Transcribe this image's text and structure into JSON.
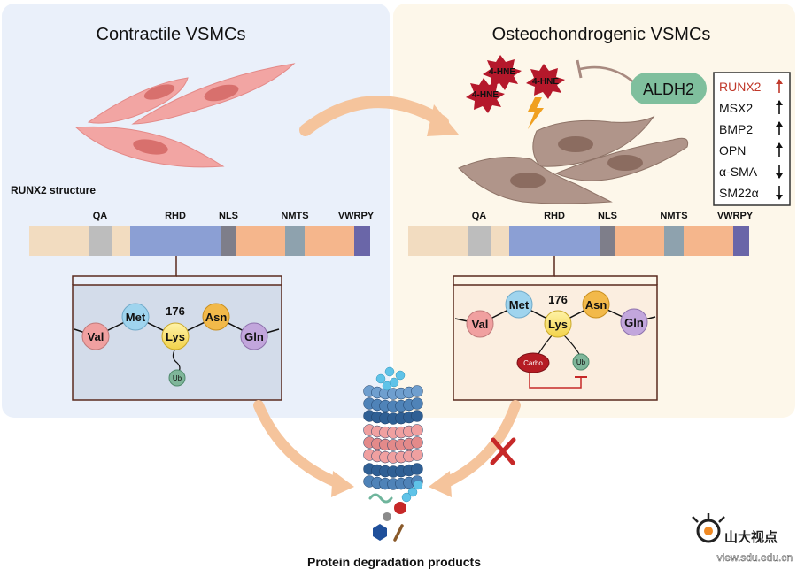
{
  "left_panel": {
    "title": "Contractile VSMCs",
    "structure_label": "RUNX2 structure"
  },
  "right_panel": {
    "title": "Osteochondrogenic VSMCs",
    "ros_labels": [
      "4-HNE",
      "4-HNE",
      "4-HNE"
    ],
    "enzyme": "ALDH2"
  },
  "domains": {
    "qa": "QA",
    "rhd": "RHD",
    "nls": "NLS",
    "nmts": "NMTS",
    "vwrpy": "VWRPY"
  },
  "residues": {
    "position": "176",
    "val": "Val",
    "met": "Met",
    "lys": "Lys",
    "asn": "Asn",
    "gln": "Gln",
    "ub": "Ub",
    "carbo": "Carbo"
  },
  "markers": [
    {
      "name": "RUNX2",
      "direction": "up",
      "color": "#c0392b"
    },
    {
      "name": "MSX2",
      "direction": "up",
      "color": "#111111"
    },
    {
      "name": "BMP2",
      "direction": "up",
      "color": "#111111"
    },
    {
      "name": "OPN",
      "direction": "up",
      "color": "#111111"
    },
    {
      "name": "α-SMA",
      "direction": "down",
      "color": "#111111"
    },
    {
      "name": "SM22α",
      "direction": "down",
      "color": "#111111"
    }
  ],
  "footer": {
    "products": "Protein degradation products",
    "watermark_cn": "山大视点",
    "watermark_url": "view.sdu.edu.cn"
  },
  "colors": {
    "left_bg": "#eaf0fa",
    "right_bg": "#fdf7ea",
    "contractile_cell": "#f2a5a3",
    "osteo_cell": "#b0958a",
    "arrow": "#f5c49c",
    "ros": "#b5182b",
    "enzyme": "#7fbf9d",
    "block_out": "#c62828"
  }
}
